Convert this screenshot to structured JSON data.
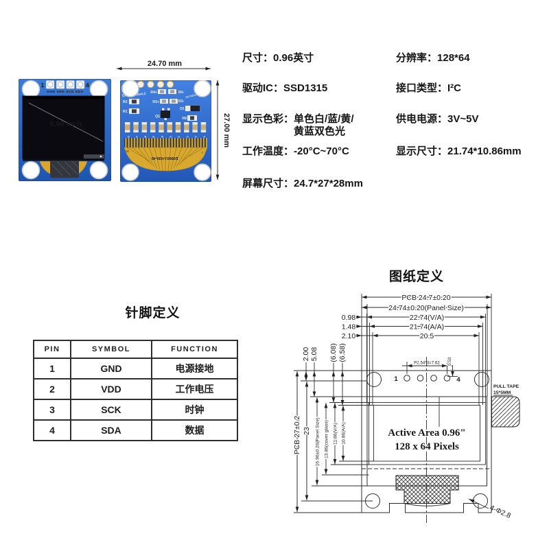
{
  "photos": {
    "front": {
      "pin_no_left": "1",
      "pin_no_right": "4",
      "pin_labels": "GND VDD SCK SDA",
      "screen_text": "0.96 inch"
    },
    "back": {
      "silk_model": "GM009605v4.3",
      "silk_size": "24.7x27x1.2",
      "r4_plus": "R4+",
      "r4_minus": "R4-",
      "r3_plus": "R3+",
      "r3_minus": "R3-",
      "r2": "R2",
      "r1": "R1",
      "d1": "D1",
      "r8": "R8",
      "q1": "Q1",
      "cap_labels": [
        "C6",
        "C5",
        "R2",
        "Z6",
        "R7",
        "C3",
        "C2",
        "C1",
        "C4",
        "C3"
      ],
      "flex_text": "E0960J-H30-40",
      "flex_pin_left": "30",
      "flex_pin_right": "1"
    },
    "dims": {
      "width": "24.70 mm",
      "height": "27.00 mm"
    },
    "colors": {
      "pcb_blue": "#2a66cc",
      "flex_gold": "#d7a62e",
      "screen_black": "#0a0a10"
    }
  },
  "specs": {
    "items": [
      {
        "label": "尺寸：",
        "value": "0.96英寸"
      },
      {
        "label": "分辨率：",
        "value": "128*64"
      },
      {
        "label": "驱动IC：",
        "value": "SSD1315"
      },
      {
        "label": "接口类型：",
        "value": "I²C"
      },
      {
        "label": "显示色彩：",
        "value": "单色白/蓝/黄/\n黄蓝双色光"
      },
      {
        "label": "供电电源：",
        "value": "3V~5V"
      },
      {
        "label": "工作温度：",
        "value": "-20°C~70°C"
      },
      {
        "label": "显示尺寸：",
        "value": "21.74*10.86mm"
      },
      {
        "label": "屏幕尺寸：",
        "value": "24.7*27*28mm"
      }
    ]
  },
  "pin_table": {
    "title": "针脚定义",
    "headers": [
      "PIN",
      "SYMBOL",
      "FUNCTION"
    ],
    "rows": [
      [
        "1",
        "GND",
        "电源接地"
      ],
      [
        "2",
        "VDD",
        "工作电压"
      ],
      [
        "3",
        "SCK",
        "时钟"
      ],
      [
        "4",
        "SDA",
        "数据"
      ]
    ]
  },
  "drawing": {
    "title": "图纸定义",
    "pcb_width": "PCB 24.7±0.20",
    "panel_width": "24.74±0.20(Panel Size)",
    "va_width": "22.74(V/A)",
    "aa_width": "21.74(A/A)",
    "hole_span": "20.5",
    "offset_098": "0.98",
    "offset_148": "1.48",
    "offset_210": "2.10",
    "top_200": "2.00",
    "top_508": "5.08",
    "top_608": "(6.08)",
    "top_658": "(6.58)",
    "pcb_height": "PCB 27±0.2",
    "height_23": "23",
    "panel_height": "16.90±0.20(Panel Size)",
    "glass_height": "13.86(cover glass)",
    "va_height": "11.86(V/A)",
    "aa_height": "10.86(A/A)",
    "pin_pitch": "P2.54*3=7.62",
    "pin_offset": "0.50",
    "pin1": "1",
    "pin4": "4",
    "active_line1": "Active Area 0.96\"",
    "active_line2": "128 x 64 Pixels",
    "pull_tape1": "PULL TAPE",
    "pull_tape2": "15*5MM",
    "hole_dia": "4-Φ2.8"
  }
}
